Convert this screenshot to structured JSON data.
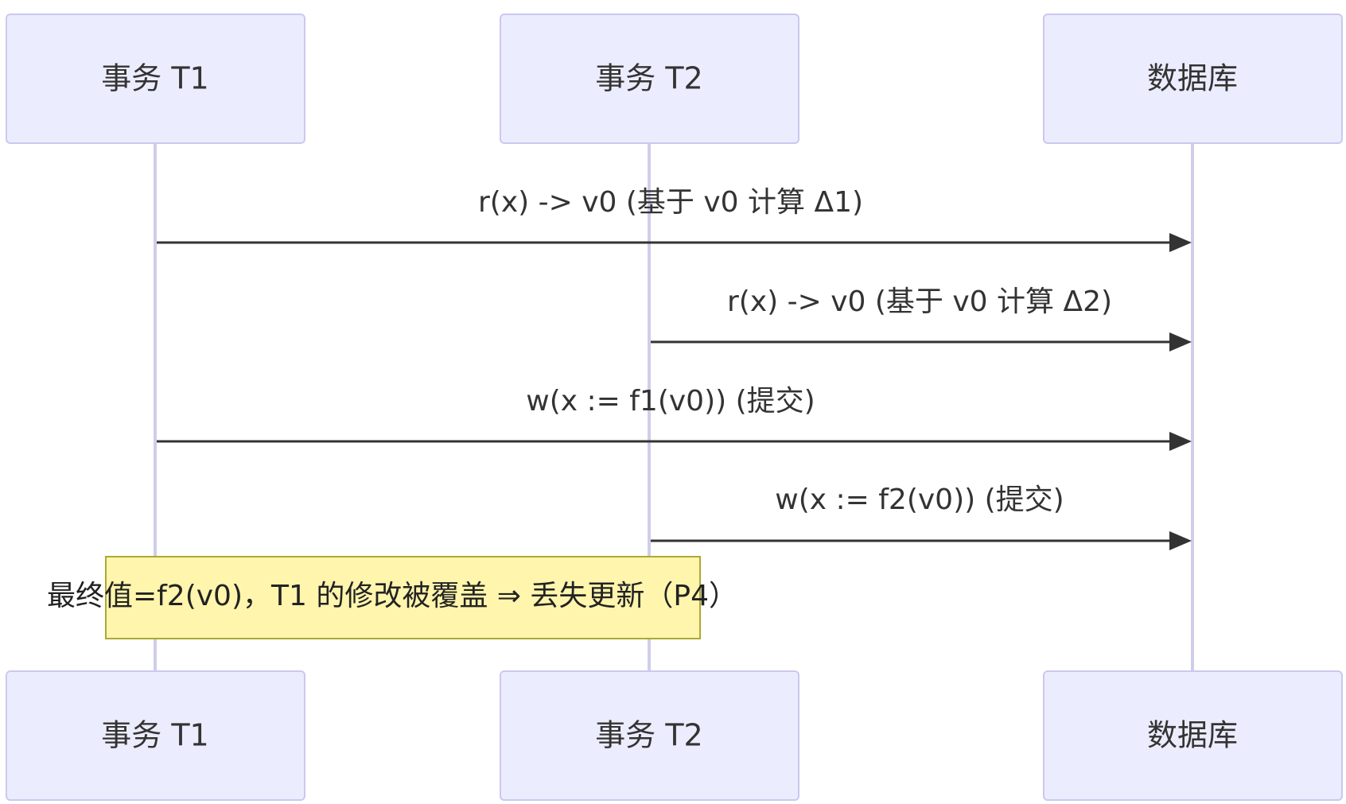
{
  "actors": [
    {
      "id": "t1",
      "label": "事务 T1"
    },
    {
      "id": "t2",
      "label": "事务 T2"
    },
    {
      "id": "db",
      "label": "数据库"
    }
  ],
  "messages": [
    {
      "from": "t1",
      "to": "db",
      "label": "r(x) -> v0 (基于 v0 计算 Δ1)"
    },
    {
      "from": "t2",
      "to": "db",
      "label": "r(x) -> v0 (基于 v0 计算 Δ2)"
    },
    {
      "from": "t1",
      "to": "db",
      "label": "w(x := f1(v0)) (提交)"
    },
    {
      "from": "t2",
      "to": "db",
      "label": "w(x := f2(v0)) (提交)"
    }
  ],
  "note": {
    "text": "最终值=f2(v0)，T1 的修改被覆盖 ⇒ 丢失更新（P4）"
  },
  "colors": {
    "actor_fill": "#ECECFF",
    "actor_border": "#C9C9EE",
    "lifeline": "#D0CDEB",
    "message": "#333333",
    "note_fill": "#FFF5AD",
    "note_border": "#AAAA33"
  }
}
